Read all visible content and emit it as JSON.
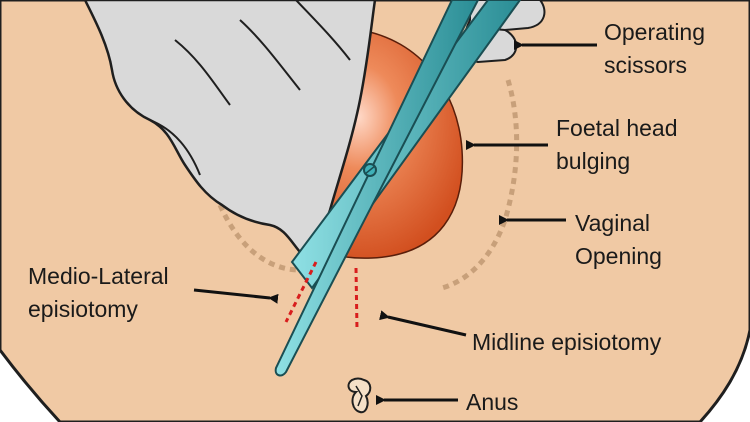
{
  "labels": {
    "operating_scissors": [
      "Operating",
      "scissors"
    ],
    "foetal_head_bulging": [
      "Foetal head",
      "bulging"
    ],
    "vaginal_opening": [
      "Vaginal",
      "Opening"
    ],
    "medio_lateral_episiotomy": [
      "Medio-Lateral",
      "episiotomy"
    ],
    "midline_episiotomy": "Midline episiotomy",
    "anus": "Anus"
  },
  "colors": {
    "skin": "#f0c9a4",
    "skin_outline": "#1f1f1f",
    "glove": "#d9d9d9",
    "foetal_head": "#d24f1f",
    "scissors": "#3fb1b8",
    "incision": "#d81d1d",
    "vaginal_outline": "#c8a07a",
    "arrow": "#111111"
  }
}
